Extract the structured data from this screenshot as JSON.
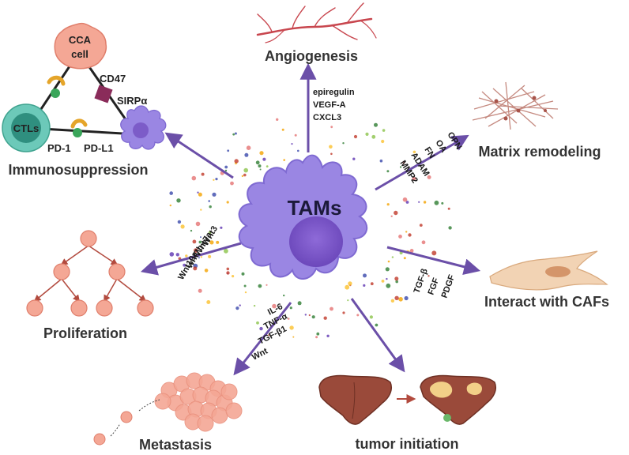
{
  "center_label": "TAMs",
  "sections": {
    "angiogenesis": {
      "title": "Angiogenesis",
      "molecules": [
        "epiregulin",
        "VEGF-A",
        "CXCL3"
      ]
    },
    "matrix": {
      "title": "Matrix remodeling",
      "molecules": [
        "OPN",
        "OA",
        "FN",
        "ADAM",
        "MMP2"
      ]
    },
    "cafs": {
      "title": "Interact with CAFs",
      "molecules": [
        "TGF-β",
        "FGF",
        "PDGF"
      ]
    },
    "tumor": {
      "title": "tumor initiation"
    },
    "metastasis": {
      "title": "Metastasis",
      "molecules": [
        "IL-6",
        "TNF-α",
        "TGF-β1",
        "Wnt"
      ]
    },
    "proliferation": {
      "title": "Proliferation",
      "molecules": [
        "Wnt3",
        "Wnt7a",
        "wnt7b",
        "Wnt10a"
      ]
    },
    "immuno": {
      "title": "Immunosuppression",
      "cca_line1": "CCA",
      "cca_line2": "cell",
      "ctls": "CTLs",
      "cd47": "CD47",
      "sirpa": "SIRPα",
      "pd1": "PD-1",
      "pdl1": "PD-L1"
    }
  },
  "colors": {
    "arrow": "#6b4fa8",
    "macrophage": "#9a86e3",
    "macrophage_nucleus": "#7c5cc8",
    "tumor_cell": "#f4a795",
    "ctl": "#5bbfb0",
    "liver": "#9a4a3a",
    "caf": "#f2d3b4"
  }
}
